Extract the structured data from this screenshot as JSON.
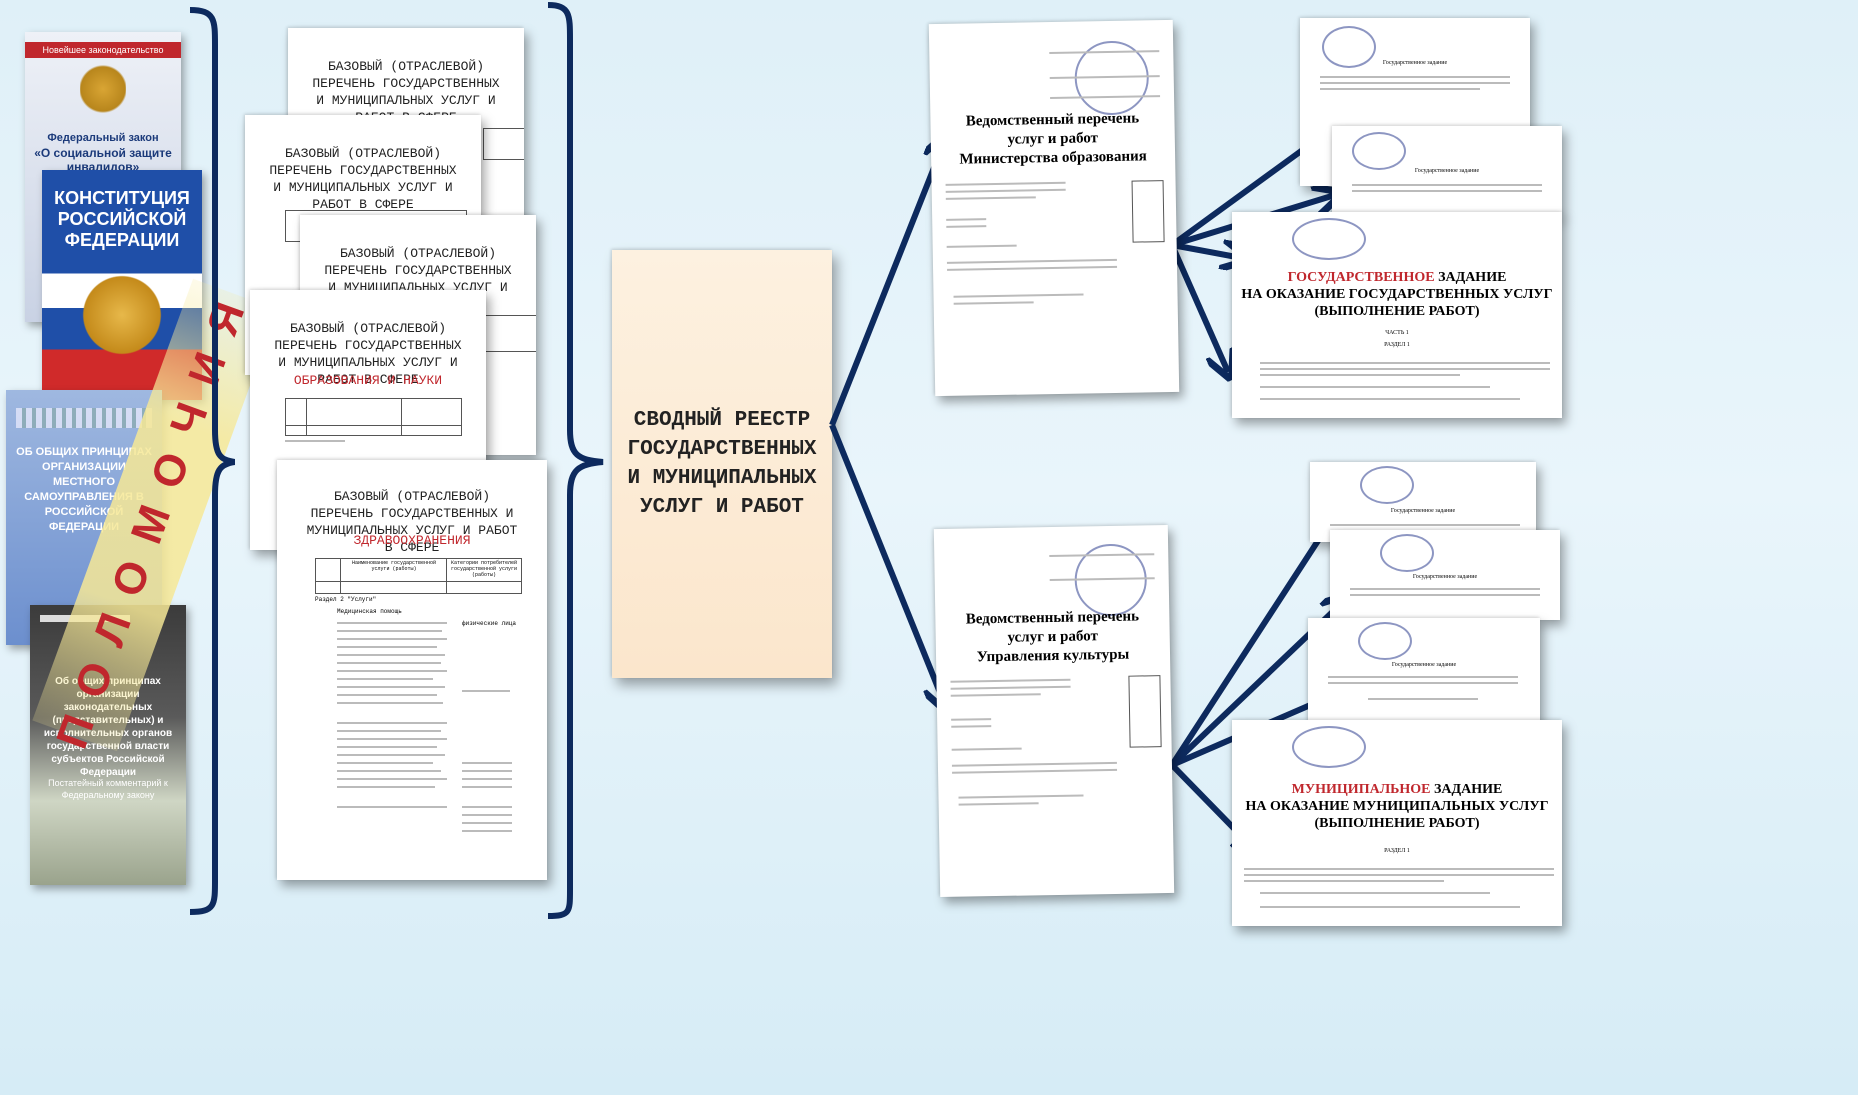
{
  "left_books": {
    "book1_top": "Новейшее законодательство",
    "book1_law": "Федеральный закон",
    "book1_title": "«О социальной защите инвалидов»",
    "book2_title": "КОНСТИТУЦИЯ РОССИЙСКОЙ ФЕДЕРАЦИИ",
    "book3_title": "ОБ ОБЩИХ ПРИНЦИПАХ ОРГАНИЗАЦИИ МЕСТНОГО САМОУПРАВЛЕНИЯ В РОССИЙСКОЙ ФЕДЕРАЦИИ",
    "book4_title": "Об общих принципах организации законодательных (представительных) и исполнительных органов государственной власти субъектов Российской Федерации",
    "book4_sub": "Постатейный комментарий к Федеральному закону",
    "banner": "ПОЛОМОЧИЯ"
  },
  "base_lists": {
    "title": "БАЗОВЫЙ (ОТРАСЛЕВОЙ) ПЕРЕЧЕНЬ ГОСУДАРСТВЕННЫХ И МУНИЦИПАЛЬНЫХ УСЛУГ И РАБОТ В СФЕРЕ",
    "sector_education": "ОБРАЗОВАНИЯ И НАУКИ",
    "sector_health": "ЗДРАВООХРАНЕНИЯ",
    "table_col1": "Наименование государственной услуги (работы)",
    "table_col2": "Категории потребителей государственной услуги (работы)",
    "section_label": "Раздел 2 \"Услуги\"",
    "item1": "Медицинская помощь",
    "item_consumers": "физические лица"
  },
  "registry": {
    "title": "СВОДНЫЙ РЕЕСТР ГОСУДАРСТВЕННЫХ И МУНИЦИПАЛЬНЫХ УСЛУГ И РАБОТ"
  },
  "dept_lists": {
    "ministry": {
      "line1": "Ведомственный перечень",
      "line2": "услуг и работ",
      "line3": "Министерства образования"
    },
    "culture": {
      "line1": "Ведомственный перечень",
      "line2": "услуг и работ",
      "line3": "Управления культуры"
    }
  },
  "assignments": {
    "state_red": "ГОСУДАРСТВЕННОЕ",
    "state_rest": " ЗАДАНИЕ",
    "state_line2": "НА ОКАЗАНИЕ ГОСУДАРСТВЕННЫХ УСЛУГ",
    "state_line3": "(ВЫПОЛНЕНИЕ РАБОТ)",
    "municipal_red": "МУНИЦИПАЛЬНОЕ",
    "municipal_rest": " ЗАДАНИЕ",
    "municipal_line2": "НА ОКАЗАНИЕ МУНИЦИПАЛЬНЫХ УСЛУГ",
    "municipal_line3": "(ВЫПОЛНЕНИЕ РАБОТ)",
    "small_title": "Государственное задание",
    "part": "ЧАСТЬ 1",
    "section": "РАЗДЕЛ 1"
  },
  "colors": {
    "arrow": "#0d2a5e",
    "accent_red": "#c0272d",
    "registry_bg": "#fbe9d2",
    "background": "#e3f2f9"
  }
}
